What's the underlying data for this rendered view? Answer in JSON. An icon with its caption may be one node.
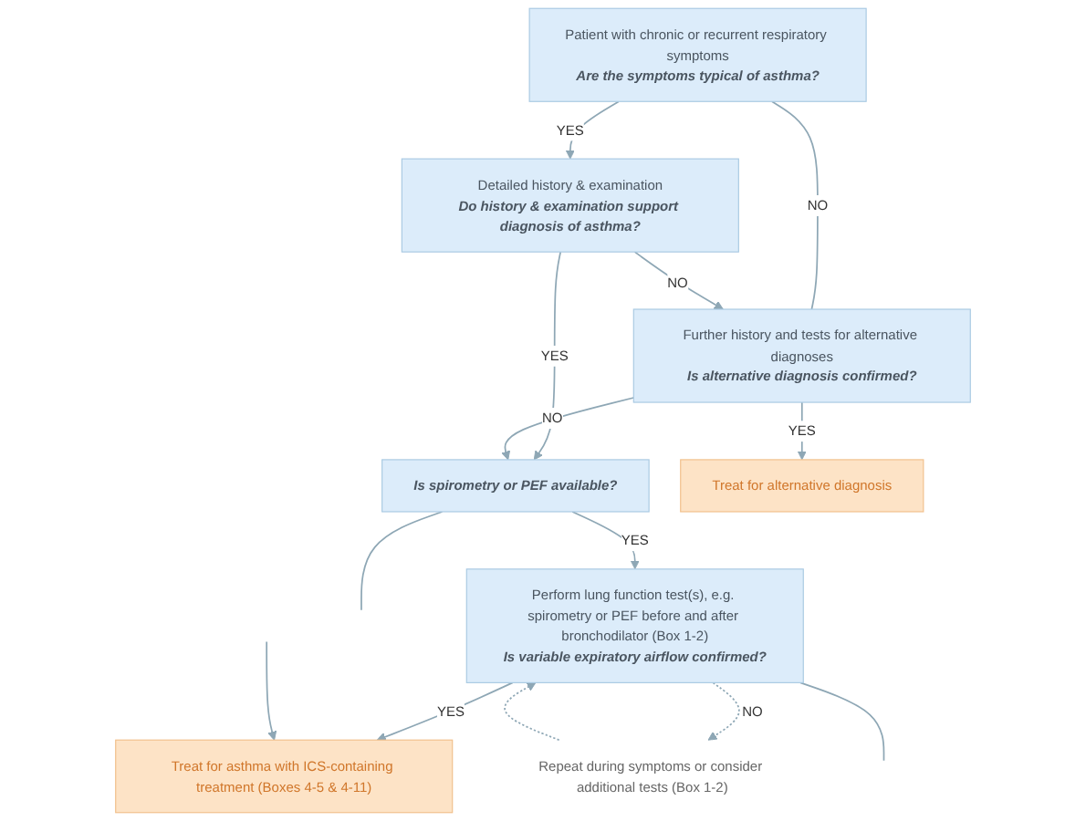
{
  "diagram": {
    "nodes": [
      {
        "text": [
          "Patient with chronic or recurrent respiratory symptoms",
          "Are the symptoms typical of asthma?"
        ]
      },
      {
        "text": [
          "Detailed history & examination",
          "Do history & examination support diagnosis of asthma?"
        ]
      },
      {
        "text": [
          "Is spirometry or PEF available?"
        ]
      },
      {
        "text": [
          "Perform lung function test(s), e.g. spirometry or PEF before and after bronchodilator (Box 1-2)",
          "Is variable expiratory airflow confirmed?"
        ]
      },
      {
        "text": [
          "Treat for asthma with ICS-containing treatment (Boxes 4-5 & 4-11)"
        ]
      },
      {
        "text": [
          "Further history and tests for alternative diagnoses",
          "Is alternative diagnosis confirmed?"
        ]
      },
      {
        "text": [
          "Treat for alternative diagnosis"
        ]
      },
      {
        "text": [
          "Repeat during symptoms or consider additional tests (Box 1-2)"
        ]
      }
    ],
    "edges": [
      {
        "from": 0,
        "to": 1,
        "label": "YES",
        "arrow": "to"
      },
      {
        "from": 1,
        "to": 2,
        "label": "YES",
        "arrow": "to"
      },
      {
        "from": 2,
        "to": 3,
        "label": "YES",
        "arrow": "to"
      },
      {
        "from": 3,
        "to": 4,
        "label": "YES",
        "arrow": "to"
      },
      {
        "from": 0,
        "to": 5,
        "label": "NO",
        "arrow": "none"
      },
      {
        "from": 1,
        "to": 5,
        "label": "NO",
        "arrow": "to"
      },
      {
        "from": 5,
        "to": 2,
        "label": "NO",
        "arrow": "to"
      },
      {
        "from": 5,
        "to": 6,
        "label": "YES",
        "arrow": "to"
      },
      {
        "from": 3,
        "to": 7,
        "label": "NO",
        "arrow": "to",
        "style": "dashed"
      },
      {
        "from": 7,
        "to": 3,
        "arrow": "to",
        "style": "dashed"
      },
      {
        "from": 2,
        "to": null,
        "arrow": "none"
      },
      {
        "from": 3,
        "to": null,
        "arrow": "none"
      },
      {
        "from": null,
        "to": 4,
        "arrow": "to"
      }
    ]
  }
}
